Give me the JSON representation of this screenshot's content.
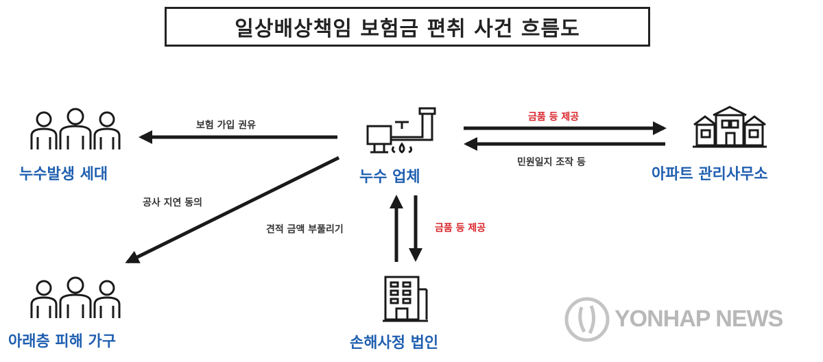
{
  "title": "일상배상책임 보험금 편취 사건 흐름도",
  "nodes": {
    "leak_household": "누수발생 세대",
    "leak_company": "누수 업체",
    "apartment_office": "아파트 관리사무소",
    "lower_floor": "아래층 피해 가구",
    "adjuster": "손해사정 법인"
  },
  "edges": {
    "insurance_recommend": "보험 가입 권유",
    "goods_to_office": "금품 등 제공",
    "complaint_log": "민원일지 조작 등",
    "delay_consent": "공사 지연 동의",
    "inflate_estimate": "견적 금액 부풀리기",
    "goods_to_adjuster": "금품 등 제공"
  },
  "colors": {
    "node_label": "#1f5fb0",
    "highlight": "#d9262b",
    "arrow": "#1a1a1a"
  },
  "icons": {
    "leak_household": "people-group-icon",
    "leak_company": "pipe-faucet-icon",
    "apartment_office": "apartment-building-icon",
    "lower_floor": "people-group-icon",
    "adjuster": "office-building-icon"
  },
  "watermark": "YONHAP NEWS"
}
